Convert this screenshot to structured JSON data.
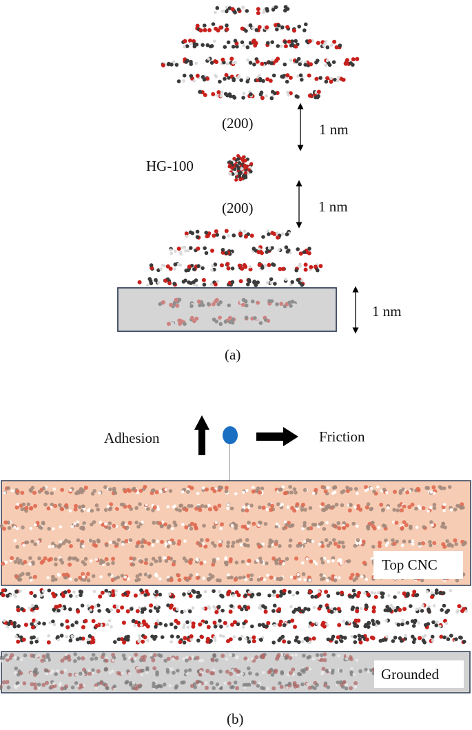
{
  "panel_a": {
    "caption": "(a)",
    "top_plane_label": "(200)",
    "bottom_plane_label": "(200)",
    "molecule_label": "HG-100",
    "gap_upper": "1 nm",
    "gap_lower": "1 nm",
    "substrate_thickness": "1 nm"
  },
  "panel_b": {
    "caption": "(b)",
    "adhesion_label": "Adhesion",
    "friction_label": "Friction",
    "top_box_label": "Top CNC",
    "bottom_box_label": "Grounded"
  },
  "colors": {
    "carbon": "#3a3a3a",
    "oxygen": "#c8201c",
    "hydrogen": "#d9d9d9",
    "substrate_fill": "#d6d6d6",
    "top_cnc_fill": "#f6cdb4",
    "probe": "#1a6fc2",
    "arrow": "#000000"
  }
}
